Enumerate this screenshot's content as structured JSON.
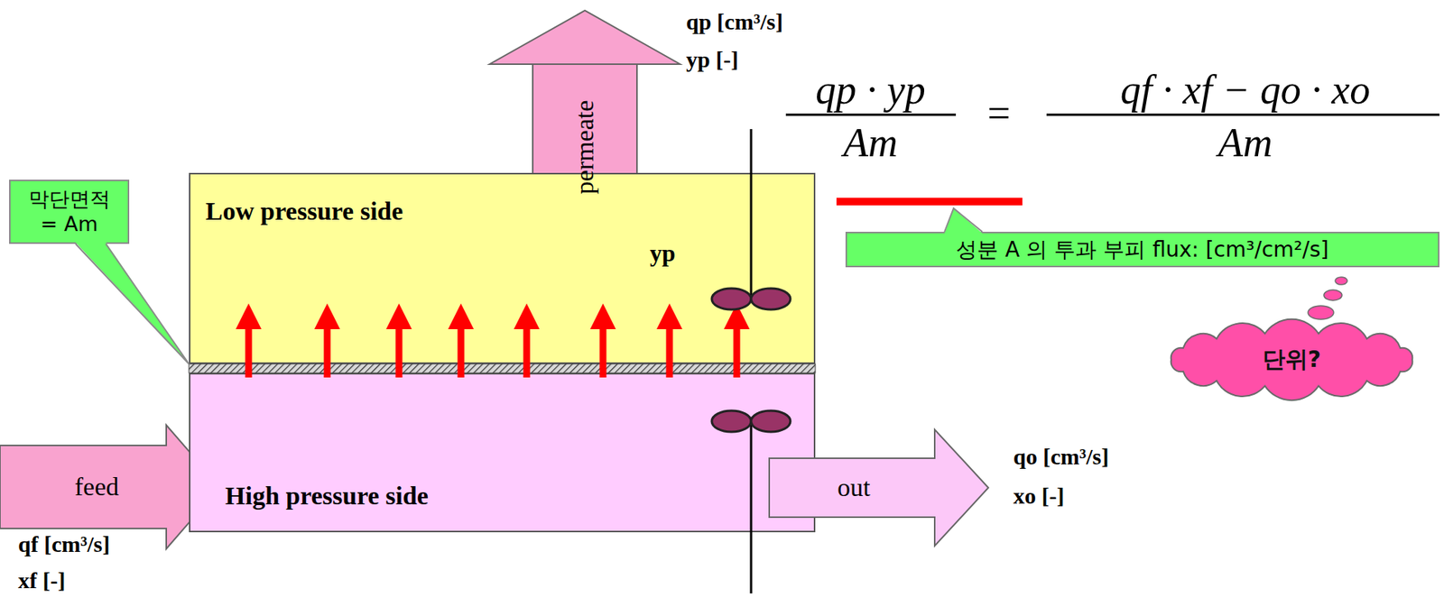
{
  "diagram": {
    "nodes": [
      {
        "text": [
          "permeate"
        ]
      },
      {
        "text": [
          "막단면적 = Am"
        ]
      },
      {
        "text": [
          "Low pressure side",
          "yp"
        ]
      },
      {
        "text": [
          "성분 A 의 투과 부피 flux: [cm³/cm²/s]"
        ]
      },
      {
        "text": [
          "단위?"
        ]
      },
      {
        "text": [
          "feed"
        ]
      },
      {
        "text": [
          "High pressure side"
        ]
      },
      {
        "text": [
          "out"
        ]
      }
    ],
    "labels": [
      "qp [cm³/s]",
      "yp [-]",
      "qp · yp",
      "Am",
      "=",
      "qf · xf − qo · xo",
      "Am",
      "qo [cm³/s]",
      "xo [-]",
      "qf [cm³/s]",
      "xf [-]"
    ]
  }
}
